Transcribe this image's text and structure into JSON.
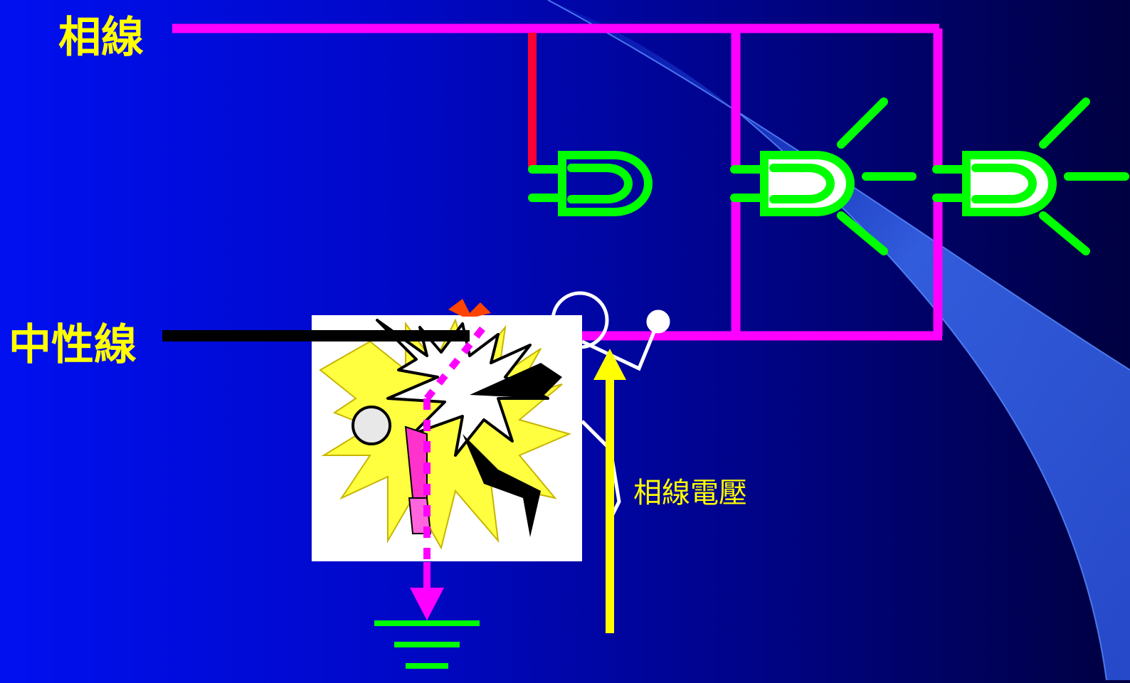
{
  "labels": {
    "phase_wire": "相線",
    "neutral_wire": "中性線",
    "phase_voltage": "相線電壓"
  },
  "colors": {
    "background_left": "#0010f0",
    "background_right": "#000040",
    "phase_wire": "#ff00ff",
    "neutral_wire": "#000000",
    "live_drop": "#ff0033",
    "bulb": "#00ff00",
    "ground": "#00ff00",
    "voltage_arrow": "#ffff00",
    "switch": "#ffffff",
    "label_text": "#ffff00"
  },
  "components": {
    "bulbs": [
      "bulb-off-icon",
      "bulb-lit-icon",
      "bulb-lit-icon"
    ],
    "switch": "switch-open-icon",
    "person": "electric-shock-person-icon",
    "ground": "ground-symbol-icon"
  }
}
